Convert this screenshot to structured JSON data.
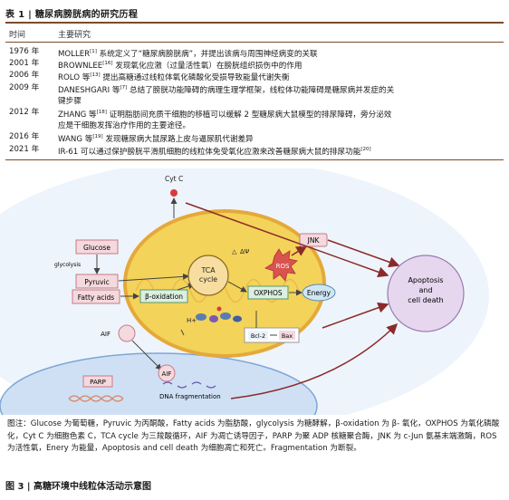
{
  "table": {
    "caption": "表 1 | 糖尿病膀胱病的研究历程",
    "headers": [
      "时间",
      "主要研究"
    ],
    "rows": [
      {
        "year": "1976 年",
        "author": "MOLLER",
        "ref": "[1]",
        "text": " 系统定义了“糖尿病膀胱病”，并提出该病与周围神经病变的关联",
        "cont": ""
      },
      {
        "year": "2001 年",
        "author": "BROWNLEE",
        "ref": "[16]",
        "text": " 发现氧化应激（过量活性氧）在膀胱组织损伤中的作用",
        "cont": ""
      },
      {
        "year": "2006 年",
        "author": "ROLO 等",
        "ref": "[13]",
        "text": " 提出高糖通过线粒体氧化磷酸化受损导致能量代谢失衡",
        "cont": ""
      },
      {
        "year": "2009 年",
        "author": "DANESHGARI 等",
        "ref": "[7]",
        "text": " 总结了膀胱功能障碍的病理生理学框架，线粒体功能障碍是糖尿病并发症的关",
        "cont": "键步骤"
      },
      {
        "year": "2012 年",
        "author": "ZHANG 等",
        "ref": "[18]",
        "text": " 证明脂肪间充质干细胞的移植可以缓解 2 型糖尿病大鼠模型的排尿障碍，旁分泌效",
        "cont": "应是干细胞发挥治疗作用的主要途径。"
      },
      {
        "year": "2016 年",
        "author": "WANG 等",
        "ref": "[19]",
        "text": " 发现糖尿病大鼠尿路上皮与逼尿肌代谢差异",
        "cont": ""
      },
      {
        "year": "2021 年",
        "author": "IR-61 可以通过保护膀胱平滑肌细胞的线粒体免受氧化应激来改善糖尿病大鼠的排尿功能",
        "ref": "[20]",
        "text": "",
        "cont": ""
      }
    ]
  },
  "diagram": {
    "cytc_top": "Cyt C",
    "glucose": "Glucose",
    "glycolysis": "glycolysis",
    "pyruvic": "Pyruvic",
    "fatty_acids": "Fatty acids",
    "beta_ox": "β-oxidation",
    "tca": "TCA\ncycle",
    "oxphos": "OXPHOS",
    "energy": "Energy",
    "hplus": "H+",
    "ros": "ROS",
    "jnk": "JNK",
    "psi": "ΔΨ",
    "apoptosis": "Apoptosis\nand\ncell death",
    "bcl2": "Bcl-2",
    "bax": "Bax",
    "aif1": "AIF",
    "aif2": "AIF",
    "parp": "PARP",
    "dna": "DNA fragmentation",
    "colors": {
      "mito": "#f3d35a",
      "mito_border": "#e4a93a",
      "box": "#f4d9de",
      "box_border": "#c77a86",
      "apoptosis": "#e6d7ef",
      "ros": "#d9534f",
      "nucleus": "#d3e3f7",
      "arrow": "#8b2a2a",
      "energy": "#dcefe0"
    }
  },
  "note": {
    "label": "图注：",
    "text": "Glucose 为葡萄糖，Pyruvic 为丙酮酸，Fatty acids 为脂肪酸，glycolysis 为糖酵解，β-oxidation 为 β- 氧化，OXPHOS 为氧化磷酸化，Cyt C 为细胞色素 C，TCA cycle 为三羧酸循环，AIF 为凋亡诱导因子，PARP 为聚 ADP 核糖聚合酶，JNK 为 c-Jun 氨基末端激酶，ROS 为活性氧，Enery 为能量，Apoptosis and cell death 为细胞凋亡和死亡。Fragmentation 为断裂。"
  },
  "figure_caption": "图 3 | 高糖环境中线粒体活动示意图"
}
